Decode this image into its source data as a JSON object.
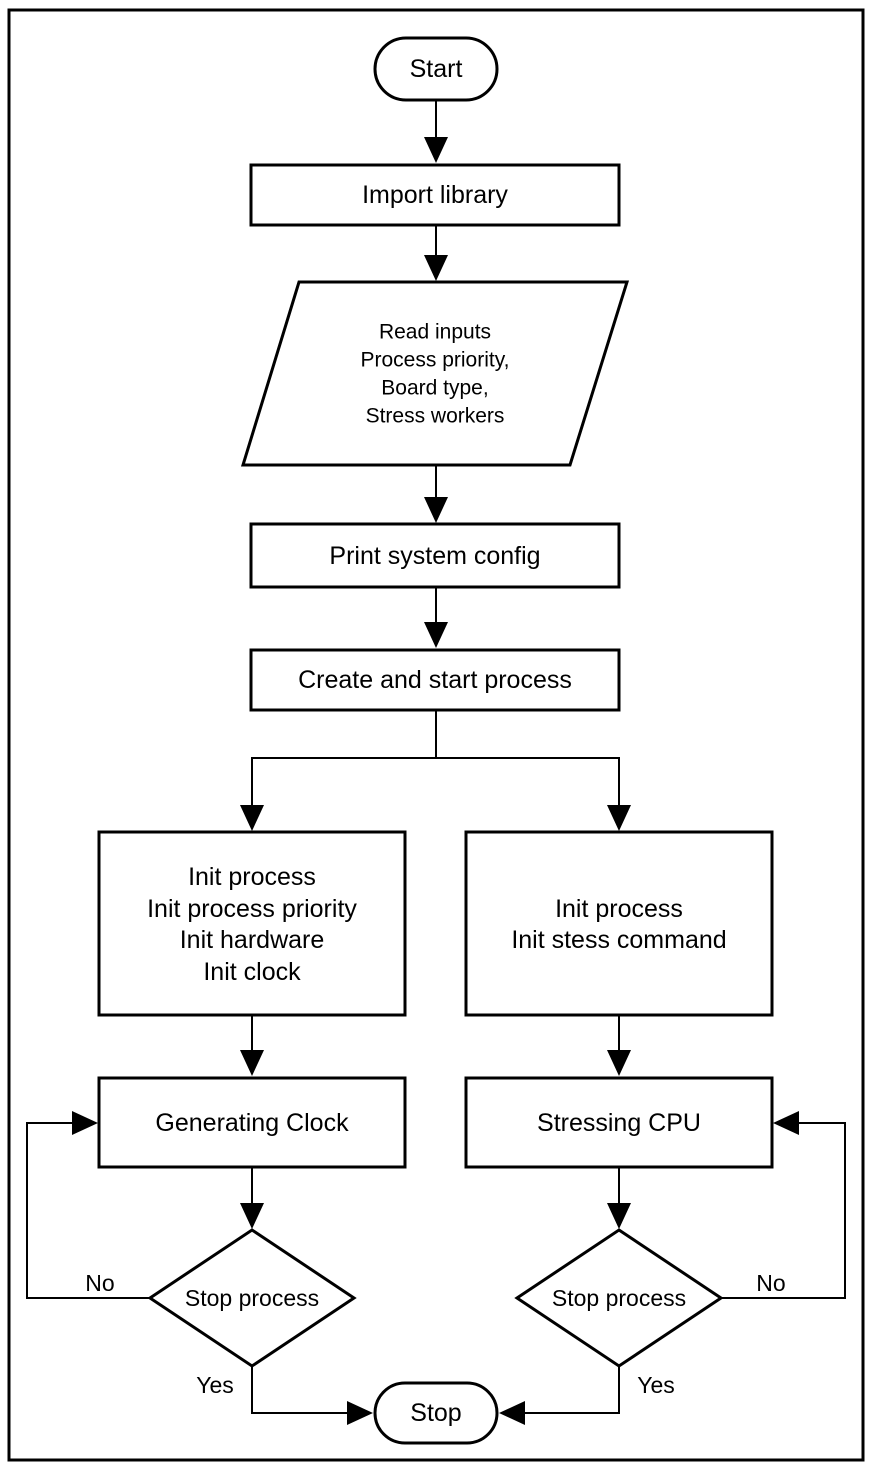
{
  "flowchart": {
    "start": "Start",
    "import": "Import library",
    "read_inputs": [
      "Read inputs",
      "Process priority,",
      "Board type,",
      "Stress workers"
    ],
    "print_config": "Print system config",
    "create_process": "Create and start process",
    "left_init": [
      "Init process",
      "Init process priority",
      "Init hardware",
      "Init clock"
    ],
    "right_init": [
      "Init process",
      "Init stess command"
    ],
    "generating_clock": "Generating Clock",
    "stressing_cpu": "Stressing CPU",
    "left_decision": "Stop process",
    "right_decision": "Stop process",
    "stop": "Stop",
    "edge_labels": {
      "left_no": "No",
      "left_yes": "Yes",
      "right_no": "No",
      "right_yes": "Yes"
    }
  }
}
